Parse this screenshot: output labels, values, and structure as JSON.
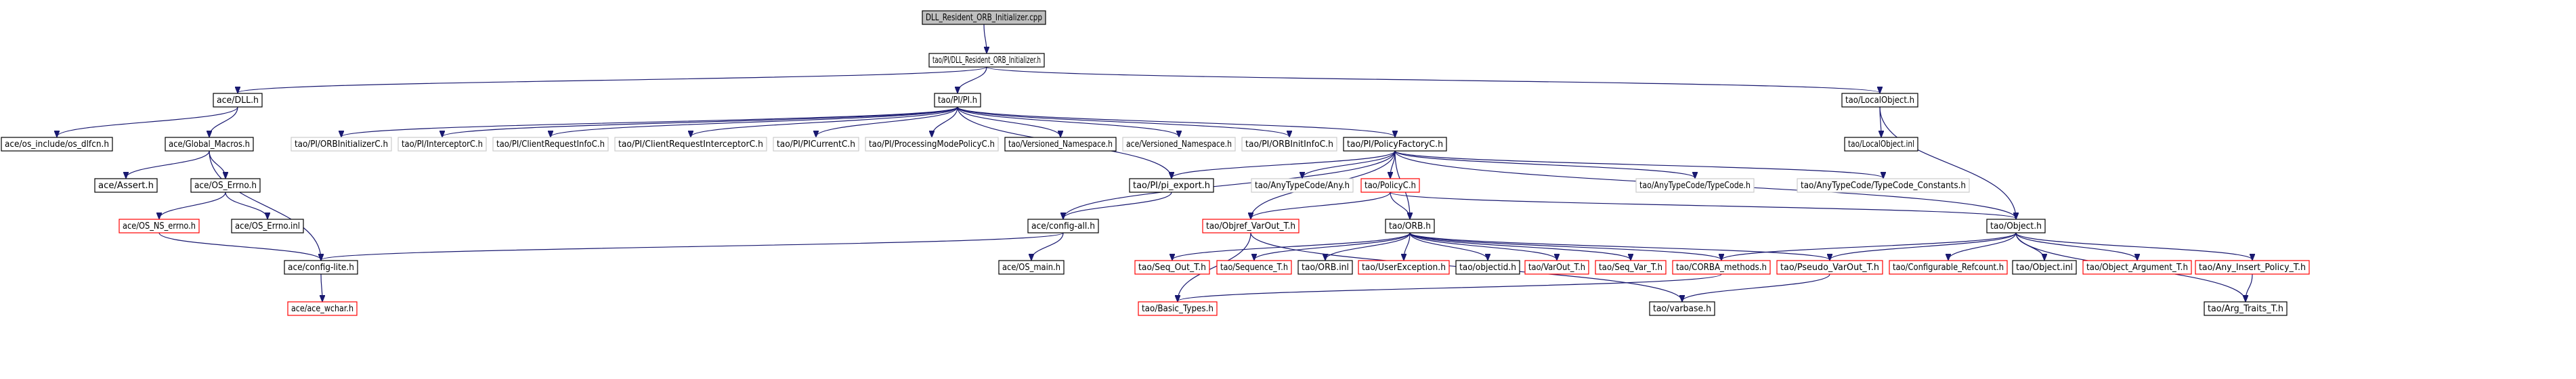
{
  "graph": {
    "colors": {
      "edge": "#191970",
      "node_border": "#000000",
      "external_border": "#cccccc",
      "truncated_border": "#ff0000",
      "root_fill": "#bfbfbf"
    },
    "nodes": [
      {
        "id": "root",
        "label": "DLL_Resident_ORB_Initializer.cpp",
        "kind": "root"
      },
      {
        "id": "pi_dll",
        "label": "tao/PI/DLL_Resident_ORB_Initializer.h",
        "kind": "normal"
      },
      {
        "id": "ace_dll",
        "label": "ace/DLL.h",
        "kind": "normal"
      },
      {
        "id": "pi_h",
        "label": "tao/PI/PI.h",
        "kind": "normal"
      },
      {
        "id": "localobject",
        "label": "tao/LocalObject.h",
        "kind": "normal"
      },
      {
        "id": "os_dlfcn",
        "label": "ace/os_include/os_dlfcn.h",
        "kind": "normal"
      },
      {
        "id": "global_macros",
        "label": "ace/Global_Macros.h",
        "kind": "normal"
      },
      {
        "id": "orbinitializerc",
        "label": "tao/PI/ORBInitializerC.h",
        "kind": "external"
      },
      {
        "id": "interceptorc",
        "label": "tao/PI/InterceptorC.h",
        "kind": "external"
      },
      {
        "id": "clientrequestinfoc",
        "label": "tao/PI/ClientRequestInfoC.h",
        "kind": "external"
      },
      {
        "id": "clientrequestinterceptorc",
        "label": "tao/PI/ClientRequestInterceptorC.h",
        "kind": "external"
      },
      {
        "id": "picurrentc",
        "label": "tao/PI/PICurrentC.h",
        "kind": "external"
      },
      {
        "id": "processingmodepolicyc",
        "label": "tao/PI/ProcessingModePolicyC.h",
        "kind": "external"
      },
      {
        "id": "versioned_ns_tao",
        "label": "tao/Versioned_Namespace.h",
        "kind": "normal"
      },
      {
        "id": "versioned_ns_ace",
        "label": "ace/Versioned_Namespace.h",
        "kind": "external"
      },
      {
        "id": "orbinitinfoc",
        "label": "tao/PI/ORBInitInfoC.h",
        "kind": "external"
      },
      {
        "id": "policyfactoryc",
        "label": "tao/PI/PolicyFactoryC.h",
        "kind": "normal"
      },
      {
        "id": "localobject_inl",
        "label": "tao/LocalObject.inl",
        "kind": "normal"
      },
      {
        "id": "ace_assert",
        "label": "ace/Assert.h",
        "kind": "normal"
      },
      {
        "id": "os_errno",
        "label": "ace/OS_Errno.h",
        "kind": "normal"
      },
      {
        "id": "pi_export",
        "label": "tao/PI/pi_export.h",
        "kind": "normal"
      },
      {
        "id": "anytypecode_any",
        "label": "tao/AnyTypeCode/Any.h",
        "kind": "external"
      },
      {
        "id": "policyc",
        "label": "tao/PolicyC.h",
        "kind": "truncated"
      },
      {
        "id": "anytypecode_typecode",
        "label": "tao/AnyTypeCode/TypeCode.h",
        "kind": "external"
      },
      {
        "id": "anytypecode_constants",
        "label": "tao/AnyTypeCode/TypeCode_Constants.h",
        "kind": "external"
      },
      {
        "id": "os_ns_errno",
        "label": "ace/OS_NS_errno.h",
        "kind": "truncated"
      },
      {
        "id": "os_errno_inl",
        "label": "ace/OS_Errno.inl",
        "kind": "normal"
      },
      {
        "id": "config_all",
        "label": "ace/config-all.h",
        "kind": "normal"
      },
      {
        "id": "objref_varout",
        "label": "tao/Objref_VarOut_T.h",
        "kind": "truncated"
      },
      {
        "id": "orb_h",
        "label": "tao/ORB.h",
        "kind": "normal"
      },
      {
        "id": "object_h",
        "label": "tao/Object.h",
        "kind": "normal"
      },
      {
        "id": "config_lite",
        "label": "ace/config-lite.h",
        "kind": "normal"
      },
      {
        "id": "os_main",
        "label": "ace/OS_main.h",
        "kind": "normal"
      },
      {
        "id": "seq_out",
        "label": "tao/Seq_Out_T.h",
        "kind": "truncated"
      },
      {
        "id": "sequence_t",
        "label": "tao/Sequence_T.h",
        "kind": "truncated"
      },
      {
        "id": "orb_inl",
        "label": "tao/ORB.inl",
        "kind": "normal"
      },
      {
        "id": "userexception",
        "label": "tao/UserException.h",
        "kind": "truncated"
      },
      {
        "id": "objectid",
        "label": "tao/objectid.h",
        "kind": "normal"
      },
      {
        "id": "varout_t",
        "label": "tao/VarOut_T.h",
        "kind": "truncated"
      },
      {
        "id": "seq_var",
        "label": "tao/Seq_Var_T.h",
        "kind": "truncated"
      },
      {
        "id": "corba_methods",
        "label": "tao/CORBA_methods.h",
        "kind": "truncated"
      },
      {
        "id": "pseudo_varout",
        "label": "tao/Pseudo_VarOut_T.h",
        "kind": "truncated"
      },
      {
        "id": "configurable_refcount",
        "label": "tao/Configurable_Refcount.h",
        "kind": "truncated"
      },
      {
        "id": "object_inl",
        "label": "tao/Object.inl",
        "kind": "normal"
      },
      {
        "id": "object_argument",
        "label": "tao/Object_Argument_T.h",
        "kind": "truncated"
      },
      {
        "id": "any_insert_policy",
        "label": "tao/Any_Insert_Policy_T.h",
        "kind": "truncated"
      },
      {
        "id": "ace_wchar",
        "label": "ace/ace_wchar.h",
        "kind": "truncated"
      },
      {
        "id": "basic_types",
        "label": "tao/Basic_Types.h",
        "kind": "truncated"
      },
      {
        "id": "varbase",
        "label": "tao/varbase.h",
        "kind": "normal"
      },
      {
        "id": "arg_traits",
        "label": "tao/Arg_Traits_T.h",
        "kind": "normal"
      }
    ],
    "edges": [
      [
        "root",
        "pi_dll"
      ],
      [
        "pi_dll",
        "ace_dll"
      ],
      [
        "pi_dll",
        "pi_h"
      ],
      [
        "pi_dll",
        "localobject"
      ],
      [
        "ace_dll",
        "os_dlfcn"
      ],
      [
        "ace_dll",
        "global_macros"
      ],
      [
        "global_macros",
        "ace_assert"
      ],
      [
        "global_macros",
        "os_errno"
      ],
      [
        "global_macros",
        "config_lite"
      ],
      [
        "os_errno",
        "os_ns_errno"
      ],
      [
        "os_errno",
        "os_errno_inl"
      ],
      [
        "os_ns_errno",
        "config_lite"
      ],
      [
        "config_lite",
        "ace_wchar"
      ],
      [
        "pi_h",
        "orbinitializerc"
      ],
      [
        "pi_h",
        "interceptorc"
      ],
      [
        "pi_h",
        "clientrequestinfoc"
      ],
      [
        "pi_h",
        "clientrequestinterceptorc"
      ],
      [
        "pi_h",
        "picurrentc"
      ],
      [
        "pi_h",
        "processingmodepolicyc"
      ],
      [
        "pi_h",
        "versioned_ns_tao"
      ],
      [
        "pi_h",
        "versioned_ns_ace"
      ],
      [
        "pi_h",
        "orbinitinfoc"
      ],
      [
        "pi_h",
        "policyfactoryc"
      ],
      [
        "pi_h",
        "pi_export"
      ],
      [
        "pi_export",
        "config_all"
      ],
      [
        "config_all",
        "config_lite"
      ],
      [
        "config_all",
        "os_main"
      ],
      [
        "localobject",
        "localobject_inl"
      ],
      [
        "localobject",
        "object_h"
      ],
      [
        "policyfactoryc",
        "pi_export"
      ],
      [
        "policyfactoryc",
        "anytypecode_any"
      ],
      [
        "policyfactoryc",
        "policyc"
      ],
      [
        "policyfactoryc",
        "anytypecode_typecode"
      ],
      [
        "policyfactoryc",
        "anytypecode_constants"
      ],
      [
        "policyfactoryc",
        "orb_h"
      ],
      [
        "policyfactoryc",
        "object_h"
      ],
      [
        "policyfactoryc",
        "config_all"
      ],
      [
        "policyfactoryc",
        "objref_varout"
      ],
      [
        "policyc",
        "orb_h"
      ],
      [
        "policyc",
        "objref_varout"
      ],
      [
        "policyc",
        "object_h"
      ],
      [
        "objref_varout",
        "basic_types"
      ],
      [
        "objref_varout",
        "varbase"
      ],
      [
        "orb_h",
        "seq_out"
      ],
      [
        "orb_h",
        "sequence_t"
      ],
      [
        "orb_h",
        "orb_inl"
      ],
      [
        "orb_h",
        "userexception"
      ],
      [
        "orb_h",
        "objectid"
      ],
      [
        "orb_h",
        "varout_t"
      ],
      [
        "orb_h",
        "seq_var"
      ],
      [
        "orb_h",
        "corba_methods"
      ],
      [
        "orb_h",
        "pseudo_varout"
      ],
      [
        "object_h",
        "corba_methods"
      ],
      [
        "object_h",
        "pseudo_varout"
      ],
      [
        "object_h",
        "configurable_refcount"
      ],
      [
        "object_h",
        "object_inl"
      ],
      [
        "object_h",
        "object_argument"
      ],
      [
        "object_h",
        "any_insert_policy"
      ],
      [
        "object_h",
        "arg_traits"
      ],
      [
        "corba_methods",
        "basic_types"
      ],
      [
        "pseudo_varout",
        "varbase"
      ],
      [
        "any_insert_policy",
        "arg_traits"
      ]
    ]
  }
}
